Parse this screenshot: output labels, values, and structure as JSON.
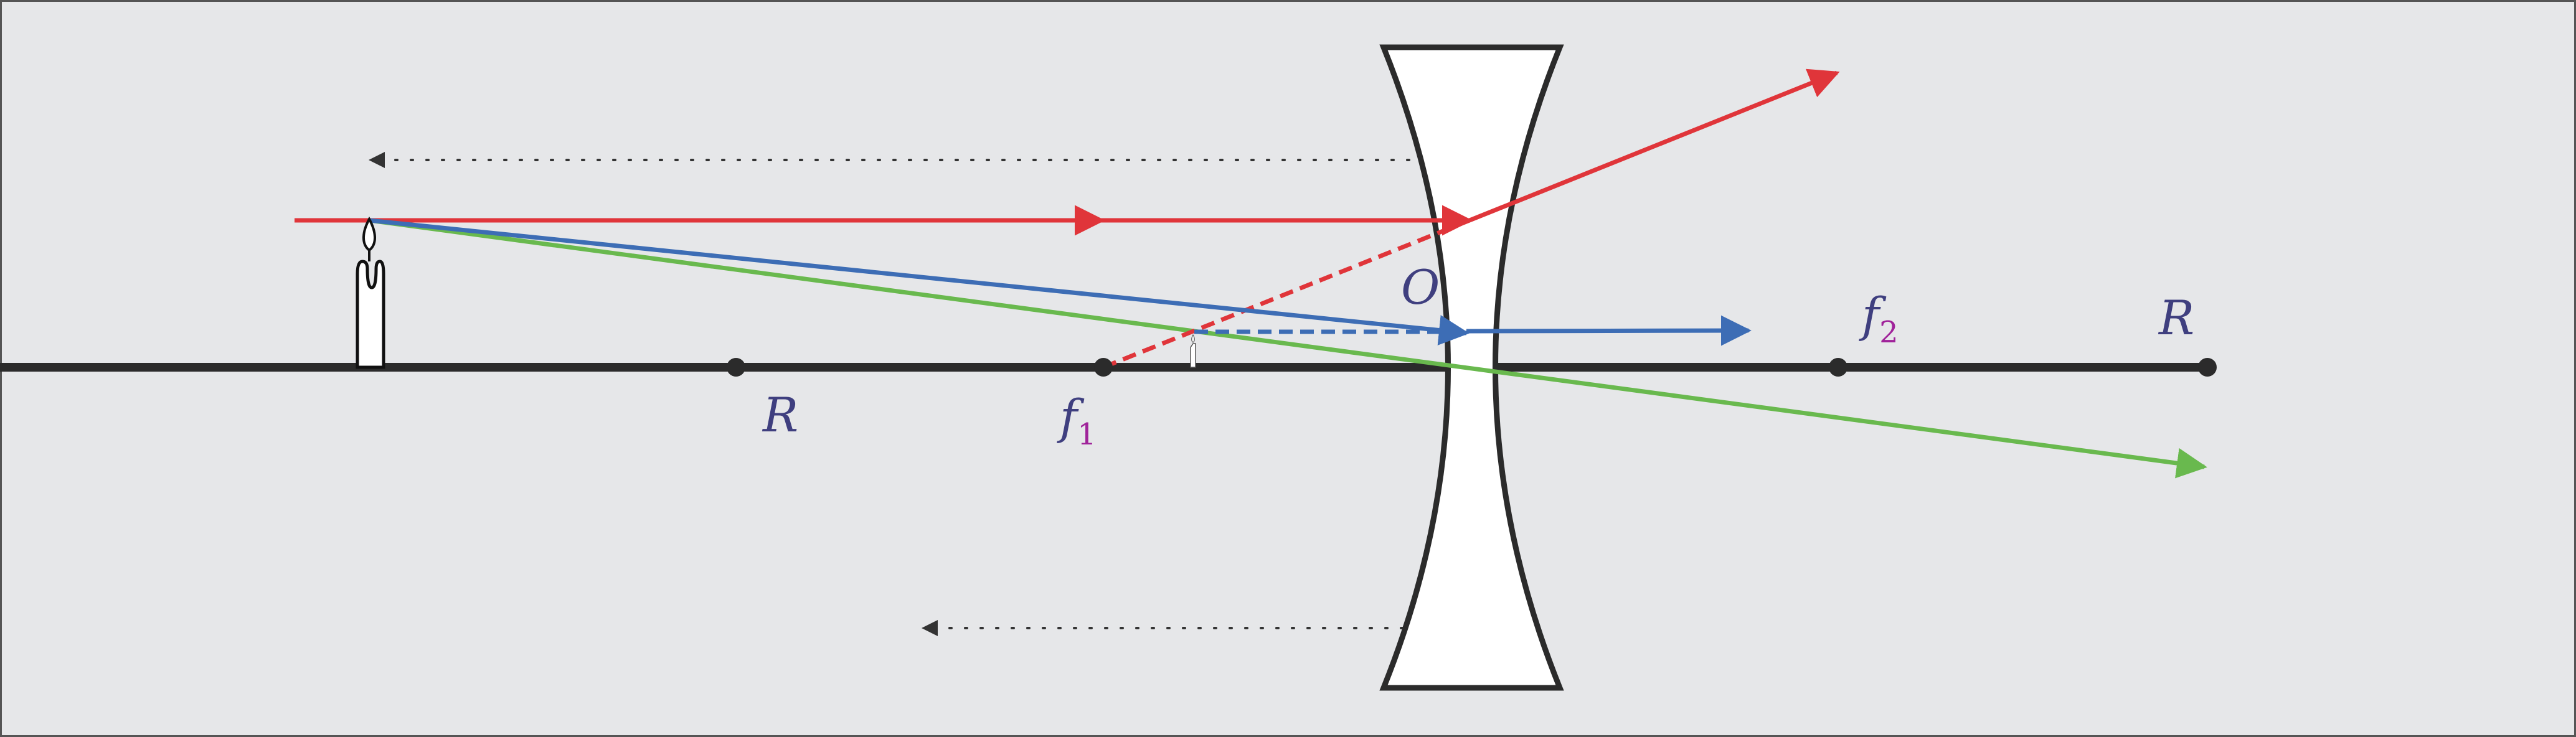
{
  "labels": {
    "R_left": "R",
    "R_right": "R",
    "f1_base": "f",
    "f1_sub": "1",
    "f2_base": "f",
    "f2_sub": "2",
    "center": "O"
  },
  "colors": {
    "background": "#e6e7e9",
    "border": "#555555",
    "axis": "#2b2b2b",
    "lens_fill": "#ffffff",
    "lens_stroke": "#2b2b2b",
    "ray_red": "#e0353a",
    "ray_blue": "#3d6db5",
    "ray_green": "#69b94e",
    "label_letter": "#3f3f7f",
    "label_subscript": "#a0239a",
    "dimension_line": "#333333"
  }
}
